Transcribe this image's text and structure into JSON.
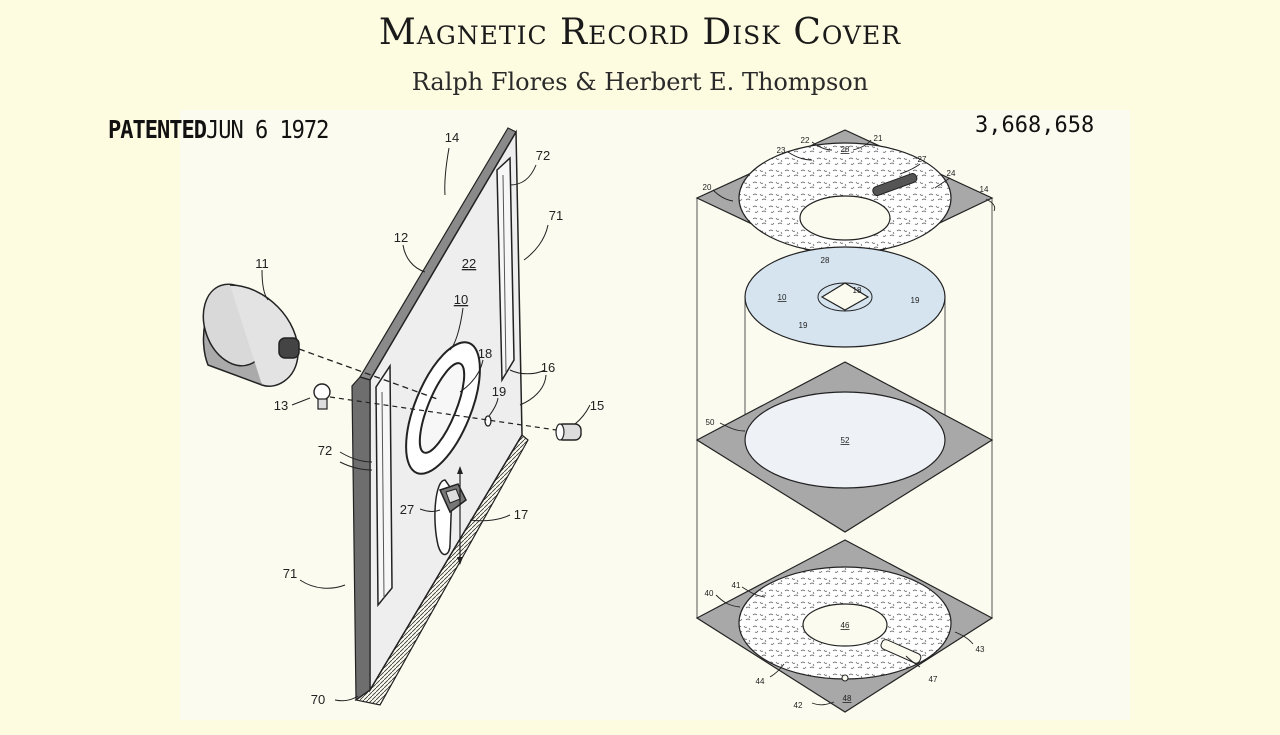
{
  "header": {
    "title": "Magnetic Record Disk Cover",
    "subtitle": "Ralph Flores & Herbert E. Thompson"
  },
  "stamp": {
    "patented": "PATENTED",
    "date": "JUN  6 1972"
  },
  "patent_number": "3,668,658",
  "colors": {
    "background": "#fdfbe0",
    "sheet": "#fbfbef",
    "disk_blue": "#d6e4f0",
    "panel_gray": "#b5b5b5"
  },
  "left_figure": {
    "labels": {
      "l14": "14",
      "l72a": "72",
      "l71a": "71",
      "l12": "12",
      "l22": "22",
      "l11": "11",
      "l10": "10",
      "l18": "18",
      "l16": "16",
      "l19": "19",
      "l13": "13",
      "l15": "15",
      "l72b": "72",
      "l27": "27",
      "l17": "17",
      "l71b": "71",
      "l70": "70"
    }
  },
  "right_figure": {
    "labels": {
      "r22": "22",
      "r28a": "28",
      "r21": "21",
      "r23": "23",
      "r27": "27",
      "r24": "24",
      "r14": "14",
      "r20": "20",
      "r28b": "28",
      "r10": "10",
      "r18": "18",
      "r19a": "19",
      "r19b": "19",
      "r50": "50",
      "r52": "52",
      "r40": "40",
      "r41": "41",
      "r46": "46",
      "r43": "43",
      "r44": "44",
      "r47": "47",
      "r42": "42",
      "r48": "48"
    }
  }
}
